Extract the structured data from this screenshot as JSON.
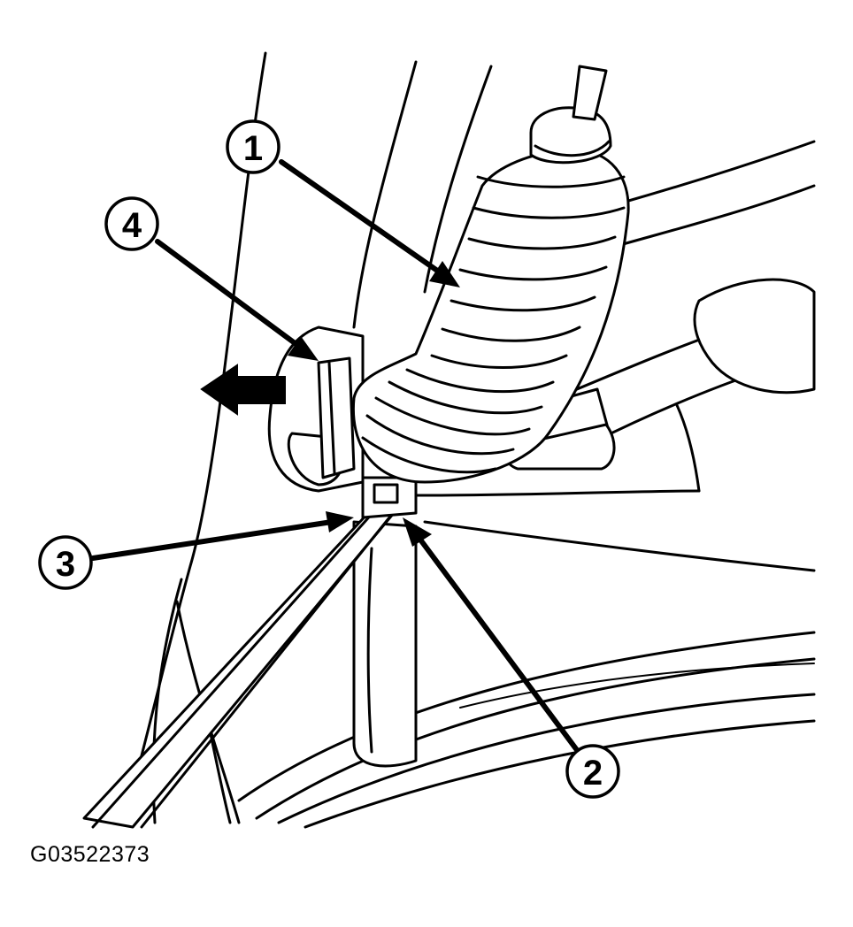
{
  "callouts": [
    {
      "id": "callout-1",
      "label": "1"
    },
    {
      "id": "callout-2",
      "label": "2"
    },
    {
      "id": "callout-3",
      "label": "3"
    },
    {
      "id": "callout-4",
      "label": "4"
    }
  ],
  "figure_id": "G03522373",
  "icons": {
    "direction_arrow": "left-arrow-icon"
  },
  "colors": {
    "ink": "#000000",
    "paper": "#ffffff"
  }
}
